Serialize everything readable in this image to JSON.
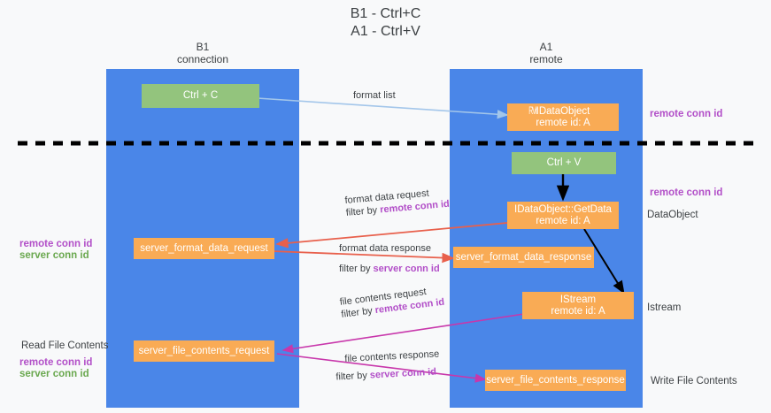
{
  "title": {
    "line1": "B1 - Ctrl+C",
    "line2": "A1 - Ctrl+V"
  },
  "colors": {
    "lane": "#4a86e8",
    "green_box": "#93c47d",
    "orange_box": "#f9ab55",
    "purple_text": "#b24fc8",
    "green_text": "#6aa84f",
    "red_arrow": "#e8604c",
    "magenta_arrow": "#c837ab",
    "blue_arrow": "#a3c6ea",
    "black_arrow": "#000000",
    "divider": "#000000",
    "background": "#f8f9fa"
  },
  "lanes": [
    {
      "id": "b1",
      "title": "B1",
      "subtitle": "connection"
    },
    {
      "id": "a1",
      "title": "A1",
      "subtitle": "remote"
    }
  ],
  "boxes": {
    "ctrl_c": {
      "label": "Ctrl + C",
      "color": "green"
    },
    "ctrl_v": {
      "label": "Ctrl + V",
      "color": "green"
    },
    "idataobject": {
      "line1": "IDataObject",
      "line2": "remote id: A",
      "overlap": "RVrI",
      "color": "orange"
    },
    "getdata": {
      "line1": "IDataObject::GetData",
      "line2": "remote id: A",
      "color": "orange"
    },
    "istream": {
      "line1": "IStream",
      "line2": "remote id: A",
      "color": "orange"
    },
    "server_format_data_request": {
      "label": "server_format_data_request",
      "color": "orange"
    },
    "server_format_data_response": {
      "label": "server_format_data_response",
      "color": "orange"
    },
    "server_file_contents_request": {
      "label": "server_file_contents_request",
      "color": "orange"
    },
    "server_file_contents_response": {
      "label": "server_file_contents_response",
      "color": "orange"
    }
  },
  "edge_labels": {
    "format_list": "format list",
    "format_data_request": "format data request",
    "format_data_request_filter_prefix": "filter by ",
    "format_data_request_filter_value": "remote conn id",
    "format_data_response": "format data response",
    "format_data_response_filter_prefix": "filter by ",
    "format_data_response_filter_value": "server conn id",
    "file_contents_request": "file contents request",
    "file_contents_request_filter_prefix": "filter by ",
    "file_contents_request_filter_value": "remote conn id",
    "file_contents_response": "file contents response",
    "file_contents_response_filter_prefix": "filter by ",
    "file_contents_response_filter_value": "server conn id"
  },
  "annotations": {
    "right_remote_conn_id_top": "remote conn id",
    "right_remote_conn_id_mid": "remote conn id",
    "right_dataobject": "DataObject",
    "right_istream": "Istream",
    "right_write_file_contents": "Write File Contents",
    "left_remote_conn_id": "remote conn id",
    "left_server_conn_id": "server conn id",
    "left_read_file_contents": "Read File Contents",
    "left_remote_conn_id_2": "remote conn id",
    "left_server_conn_id_2": "server conn id"
  }
}
